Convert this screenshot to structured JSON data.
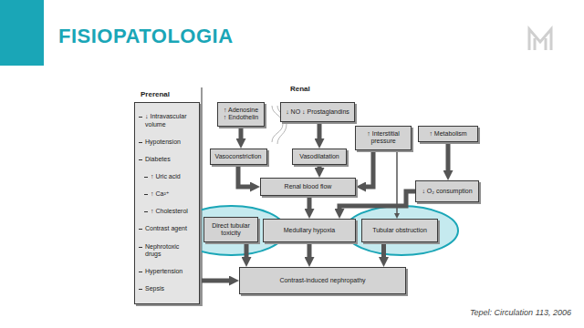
{
  "diagram": {
    "title": "FISIOPATOLOGIA",
    "caption": "Tepel: Circulation 113, 2006",
    "nodes": [
      {
        "text": [
          "Prerenal",
          "↓ Intravascular volume",
          "Hypotension",
          "Diabetes",
          "↑ Uric acid",
          "↑ Ca²⁺",
          "↑ Cholesterol",
          "Contrast agent",
          "Nephrotoxic drugs",
          "Hypertension",
          "Sepsis"
        ]
      },
      {
        "text": [
          "↑ Adenosine ↑ Endothelin"
        ]
      },
      {
        "text": [
          "↓ NO ↓ Prostaglandins"
        ]
      },
      {
        "text": [
          "↑ Interstitial pressure"
        ]
      },
      {
        "text": [
          "↑ Metabolism"
        ]
      },
      {
        "text": [
          "Vasoconstriction"
        ]
      },
      {
        "text": [
          "Vasodilatation"
        ]
      },
      {
        "text": [
          "Renal blood flow"
        ]
      },
      {
        "text": [
          "↓ O₂ consumption"
        ]
      },
      {
        "text": [
          "Direct tubular toxicity"
        ]
      },
      {
        "text": [
          "Medullary hypoxia"
        ]
      },
      {
        "text": [
          "Tubular obstruction"
        ]
      },
      {
        "text": [
          "Contrast-induced nephropathy"
        ]
      }
    ],
    "edges": [
      {
        "from": 1,
        "to": 5,
        "arrow": "to"
      },
      {
        "from": 2,
        "to": 6,
        "arrow": "to"
      },
      {
        "from": 5,
        "to": 7,
        "arrow": "to"
      },
      {
        "from": 6,
        "to": 7,
        "arrow": "to"
      },
      {
        "from": 3,
        "to": 7,
        "arrow": "to"
      },
      {
        "from": 3,
        "to": 11,
        "arrow": "to"
      },
      {
        "from": 4,
        "to": 8,
        "arrow": "to"
      },
      {
        "from": 7,
        "to": 10,
        "arrow": "to"
      },
      {
        "from": 8,
        "to": 10,
        "arrow": "to"
      },
      {
        "from": 0,
        "to": 12,
        "arrow": "to"
      },
      {
        "from": 9,
        "to": 12,
        "arrow": "to"
      },
      {
        "from": 10,
        "to": 12,
        "arrow": "to"
      },
      {
        "from": 11,
        "to": 12,
        "arrow": "to"
      }
    ],
    "labels": [
      "Renal"
    ]
  }
}
